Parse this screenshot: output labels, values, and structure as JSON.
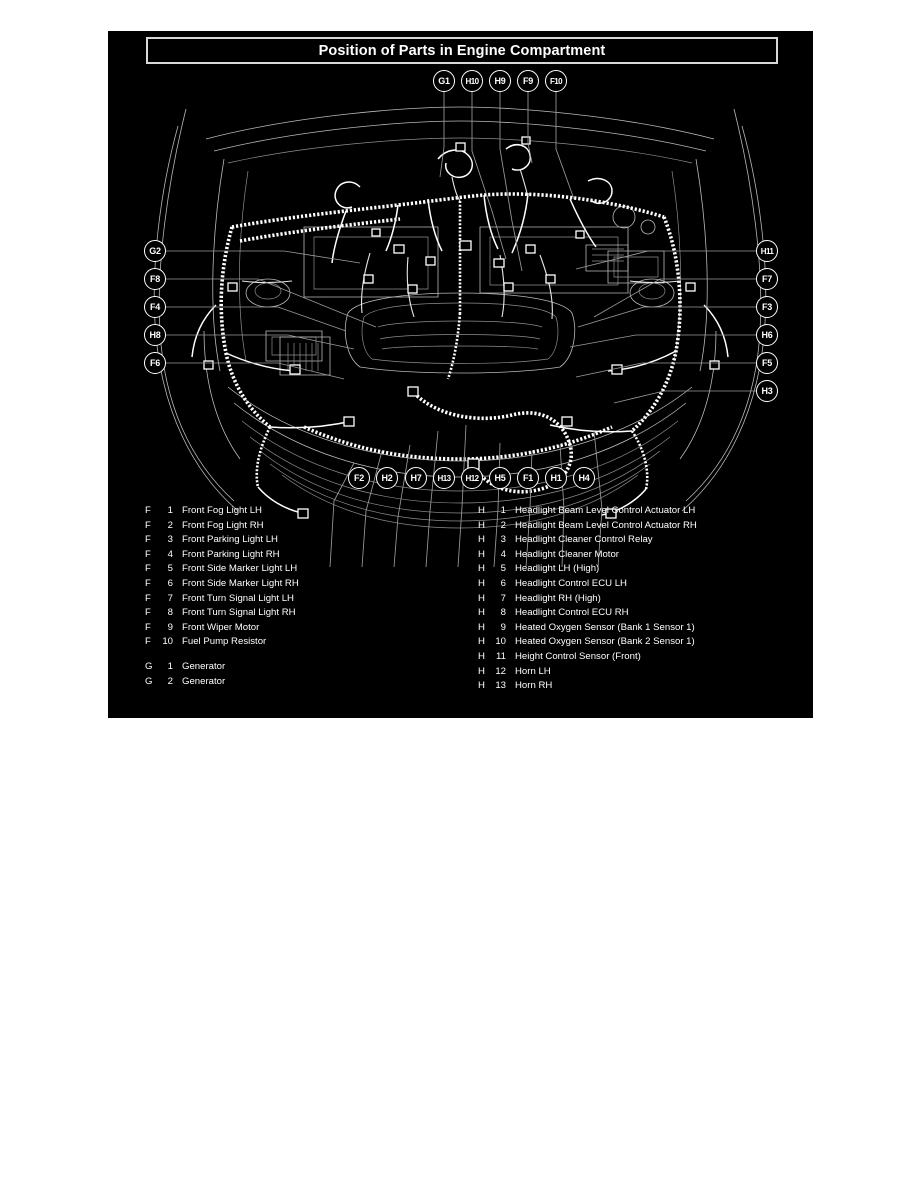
{
  "page": {
    "background_color": "#ffffff",
    "panel_color": "#000000",
    "line_color": "#ffffff",
    "text_color": "#ffffff"
  },
  "title": "Position of Parts in Engine Compartment",
  "callouts": {
    "top": [
      {
        "id": "G1",
        "label": "G1"
      },
      {
        "id": "H10",
        "label": "H10"
      },
      {
        "id": "H9",
        "label": "H9"
      },
      {
        "id": "F9",
        "label": "F9"
      },
      {
        "id": "F10",
        "label": "F10"
      }
    ],
    "left": [
      {
        "id": "G2",
        "label": "G2"
      },
      {
        "id": "F8",
        "label": "F8"
      },
      {
        "id": "F4",
        "label": "F4"
      },
      {
        "id": "H8",
        "label": "H8"
      },
      {
        "id": "F6",
        "label": "F6"
      }
    ],
    "right": [
      {
        "id": "H11",
        "label": "H11"
      },
      {
        "id": "F7",
        "label": "F7"
      },
      {
        "id": "F3",
        "label": "F3"
      },
      {
        "id": "H6",
        "label": "H6"
      },
      {
        "id": "F5",
        "label": "F5"
      },
      {
        "id": "H3",
        "label": "H3"
      }
    ],
    "bottom": [
      {
        "id": "F2",
        "label": "F2"
      },
      {
        "id": "H2",
        "label": "H2"
      },
      {
        "id": "H7",
        "label": "H7"
      },
      {
        "id": "H13",
        "label": "H13"
      },
      {
        "id": "H12",
        "label": "H12"
      },
      {
        "id": "H5",
        "label": "H5"
      },
      {
        "id": "F1",
        "label": "F1"
      },
      {
        "id": "H1",
        "label": "H1"
      },
      {
        "id": "H4",
        "label": "H4"
      }
    ]
  },
  "legend": {
    "column_f": [
      {
        "letter": "F",
        "number": "1",
        "label": "Front Fog Light LH"
      },
      {
        "letter": "F",
        "number": "2",
        "label": "Front Fog Light RH"
      },
      {
        "letter": "F",
        "number": "3",
        "label": "Front Parking Light LH"
      },
      {
        "letter": "F",
        "number": "4",
        "label": "Front Parking Light RH"
      },
      {
        "letter": "F",
        "number": "5",
        "label": "Front Side Marker Light LH"
      },
      {
        "letter": "F",
        "number": "6",
        "label": "Front Side Marker Light RH"
      },
      {
        "letter": "F",
        "number": "7",
        "label": "Front Turn Signal Light LH"
      },
      {
        "letter": "F",
        "number": "8",
        "label": "Front Turn Signal Light RH"
      },
      {
        "letter": "F",
        "number": "9",
        "label": "Front Wiper Motor"
      },
      {
        "letter": "F",
        "number": "10",
        "label": "Fuel Pump Resistor"
      }
    ],
    "column_g": [
      {
        "letter": "G",
        "number": "1",
        "label": "Generator"
      },
      {
        "letter": "G",
        "number": "2",
        "label": "Generator"
      }
    ],
    "column_h": [
      {
        "letter": "H",
        "number": "1",
        "label": "Headlight Beam Level Control Actuator LH"
      },
      {
        "letter": "H",
        "number": "2",
        "label": "Headlight Beam Level Control Actuator RH"
      },
      {
        "letter": "H",
        "number": "3",
        "label": "Headlight Cleaner Control Relay"
      },
      {
        "letter": "H",
        "number": "4",
        "label": "Headlight Cleaner Motor"
      },
      {
        "letter": "H",
        "number": "5",
        "label": "Headlight LH (High)"
      },
      {
        "letter": "H",
        "number": "6",
        "label": "Headlight Control ECU LH"
      },
      {
        "letter": "H",
        "number": "7",
        "label": "Headlight RH (High)"
      },
      {
        "letter": "H",
        "number": "8",
        "label": "Headlight Control ECU RH"
      },
      {
        "letter": "H",
        "number": "9",
        "label": "Heated Oxygen Sensor (Bank 1 Sensor 1)"
      },
      {
        "letter": "H",
        "number": "10",
        "label": "Heated Oxygen Sensor (Bank 2 Sensor 1)"
      },
      {
        "letter": "H",
        "number": "11",
        "label": "Height Control Sensor (Front)"
      },
      {
        "letter": "H",
        "number": "12",
        "label": "Horn LH"
      },
      {
        "letter": "H",
        "number": "13",
        "label": "Horn RH"
      }
    ]
  }
}
